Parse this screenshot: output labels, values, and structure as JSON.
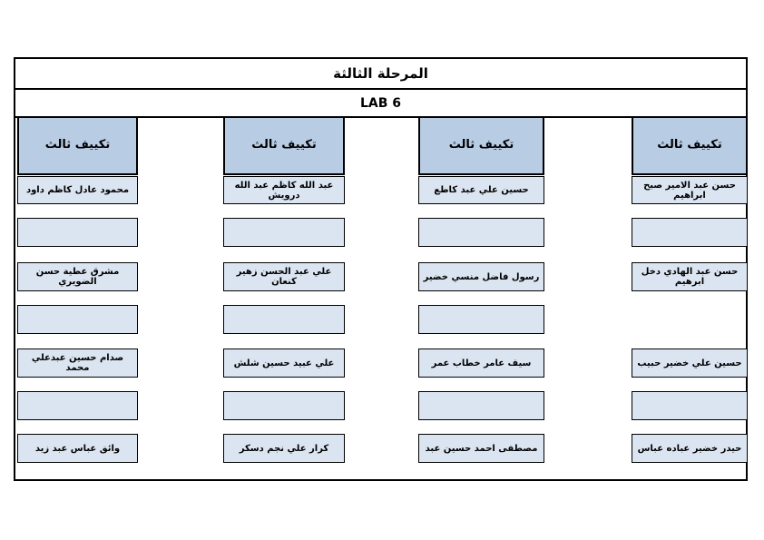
{
  "page": {
    "title": "المرحلة الثالثة",
    "lab": "LAB 6"
  },
  "colors": {
    "header_fill": "#B8CCE4",
    "cell_fill": "#DBE5F1",
    "border": "#000000"
  },
  "columns": [
    {
      "header": "تكييف ثالث",
      "names": [
        "محمود عادل كاظم داود",
        "مشرق عطية حسن الضويري",
        "صدام حسين عبدعلي محمد",
        "وائق عباس عبد زيد"
      ]
    },
    {
      "header": "تكييف ثالث",
      "names": [
        "عبد الله كاظم عبد الله درويش",
        "علي عبد الحسن زهير كنعان",
        "علي عبيد حسين شلش",
        "كرار علي نجم دسكر"
      ]
    },
    {
      "header": "تكييف ثالث",
      "names": [
        "حسين علي عبد كاطع",
        "رسول فاضل منسي خضير",
        "سيف عامر خطاب عمر",
        "مصطفى احمد حسين عبد"
      ]
    },
    {
      "header": "تكييف ثالث",
      "names": [
        "حسن عبد الامير صبح ابراهيم",
        "حسن عبد الهادي دخل ابرهيم",
        "حسين علي خضير حبيب",
        "حيدر خضير عباده عباس"
      ]
    }
  ]
}
